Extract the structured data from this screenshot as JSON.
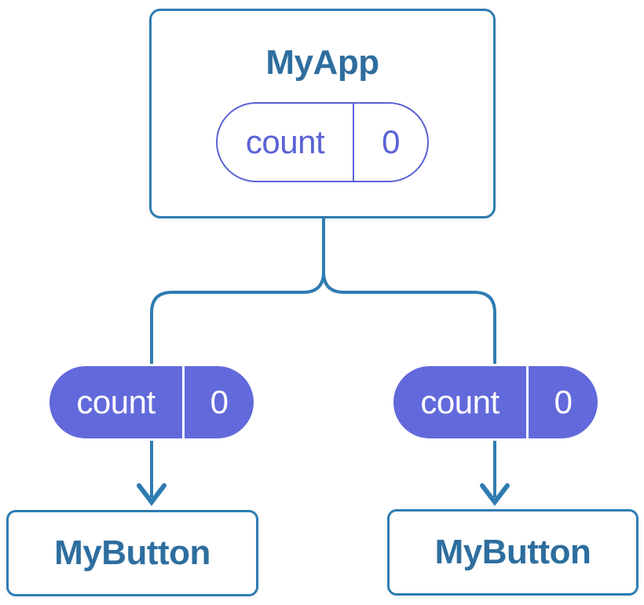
{
  "diagram": {
    "type": "component-tree",
    "background": "#ffffff",
    "colors": {
      "connector_blue": "#2E7CB2",
      "card_border_blue": "#2E7CB2",
      "title_text_blue": "#2E6E9F",
      "pill_fill_purple": "#626ADB",
      "pill_outline_purple": "#5A62D5",
      "pill_text_on_purple": "#ffffff",
      "card_fill": "#ffffff"
    },
    "parent": {
      "title": "MyApp",
      "state": {
        "label": "count",
        "value": "0"
      }
    },
    "children": [
      {
        "title": "MyButton",
        "prop": {
          "label": "count",
          "value": "0"
        }
      },
      {
        "title": "MyButton",
        "prop": {
          "label": "count",
          "value": "0"
        }
      }
    ]
  }
}
